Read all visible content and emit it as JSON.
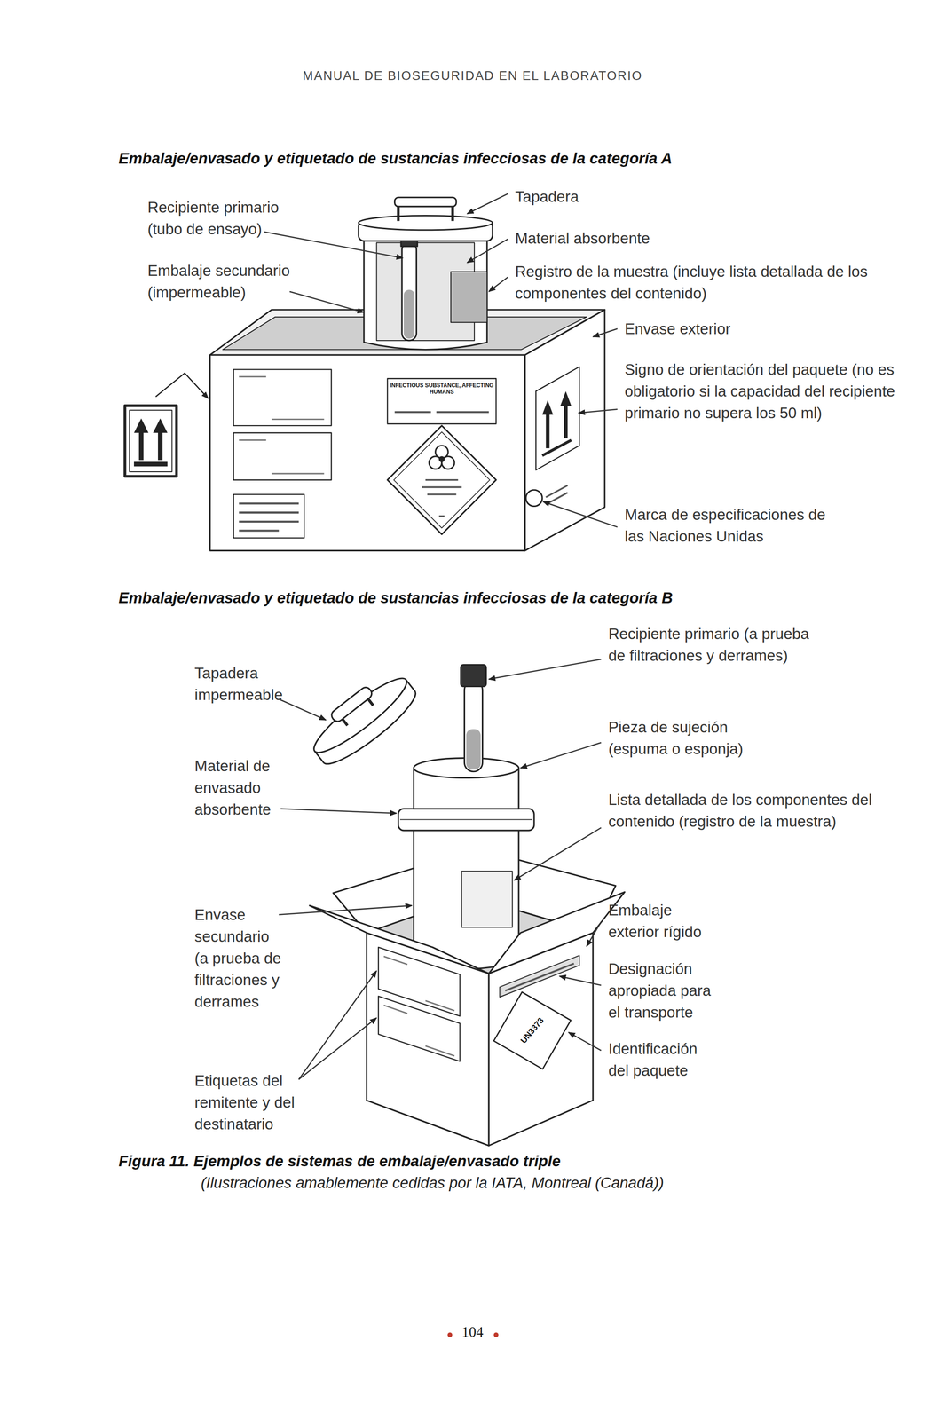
{
  "diagram": {
    "caption": "Figura 11. Ejemplos de sistemas de embalaje/envasado triple",
    "labels": [
      "MANUAL DE BIOSEGURIDAD EN EL LABORATORIO",
      "Embalaje/envasado y etiquetado de sustancias infecciosas de la categoría A",
      "Recipiente primario (tubo de ensayo)",
      "Tapadera",
      "Embalaje secundario (impermeable)",
      "Material absorbente",
      "Registro de la muestra (incluye lista detallada de los componentes del contenido)",
      "INFECTIOUS SUBSTANCE, AFFECTING HUMANS",
      "Envase exterior",
      "Signo de orientación del paquete (no es obligatorio si la capacidad del recipiente primario no supera los 50 ml)",
      "Marca de especificaciones de las Naciones Unidas",
      "Embalaje/envasado y etiquetado de sustancias infecciosas de la categoría B",
      "Recipiente primario (a prueba de filtraciones y derrames)",
      "Tapadera impermeable",
      "Pieza de sujeción (espuma o esponja)",
      "Material de envasado absorbente",
      "Lista detallada de los componentes del contenido (registro de la muestra)",
      "Envase secundario (a prueba de filtraciones y derrames",
      "Embalaje exterior rígido",
      "Designación apropiada para el transporte",
      "Identificación del paquete",
      "Etiquetas del remitente y del destinatario",
      "UN3373",
      "(Ilustraciones amablemente cedidas por la IATA, Montreal (Canadá))",
      "104"
    ]
  }
}
